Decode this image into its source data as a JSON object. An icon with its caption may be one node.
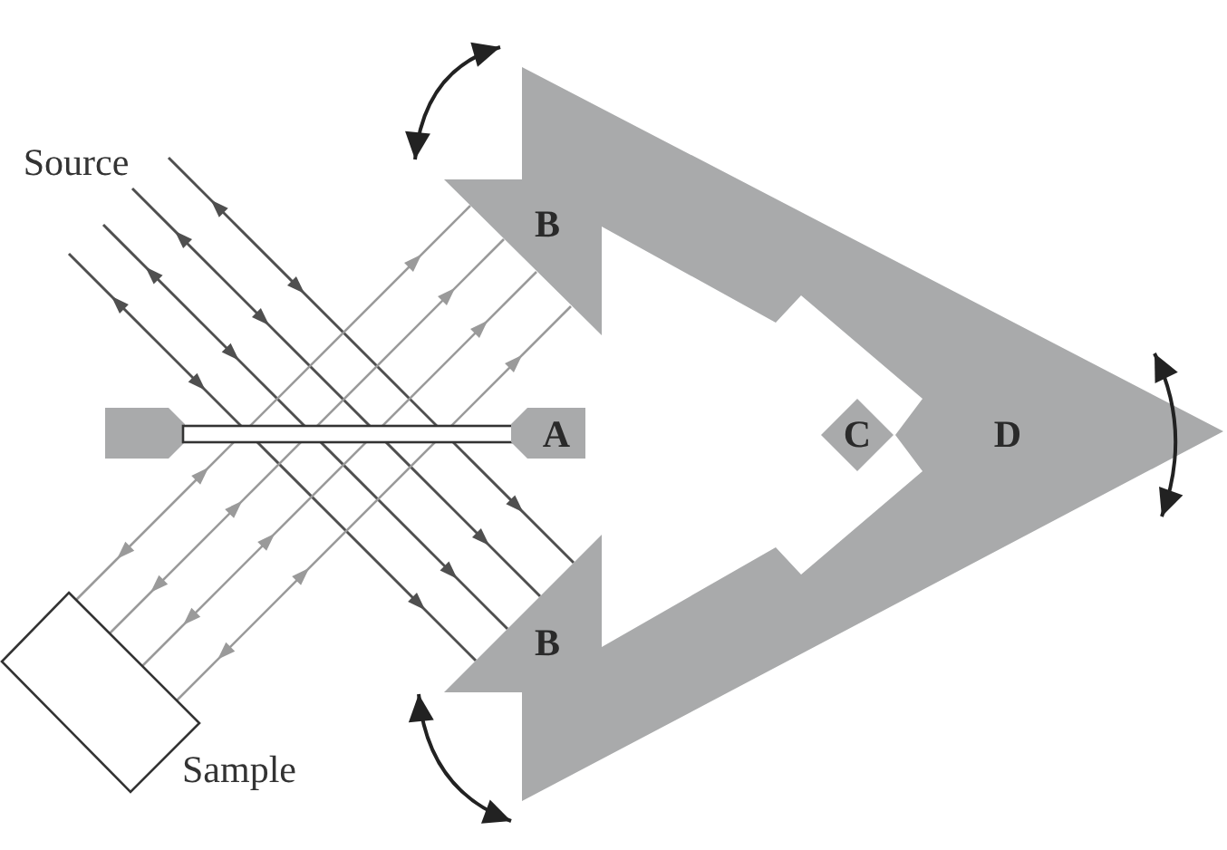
{
  "diagram": {
    "nodes": [
      {
        "text": [
          "B",
          "D",
          "B"
        ]
      },
      {
        "text": [],
        "shape": "box"
      },
      {
        "text": [],
        "shape": "bar"
      },
      {
        "text": [
          "A"
        ]
      },
      {
        "text": [
          "C"
        ]
      },
      {
        "text": [],
        "shape": "box",
        "beside": [
          "Sample"
        ]
      }
    ],
    "labels": [
      "Source"
    ]
  }
}
